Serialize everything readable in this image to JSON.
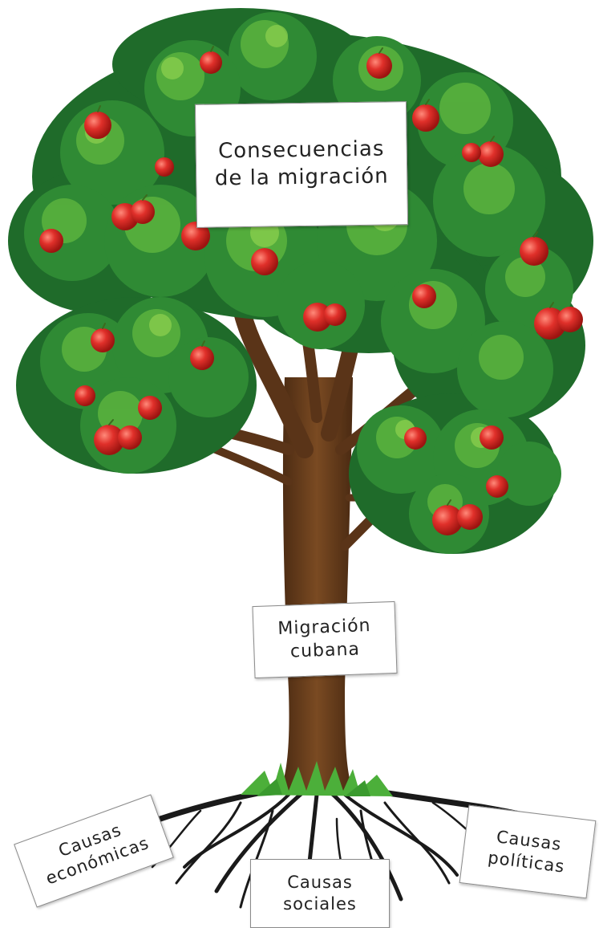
{
  "labels": {
    "top": {
      "line1": "Consecuencias",
      "line2": "de la migración"
    },
    "trunk": {
      "line1": "Migración",
      "line2": "cubana"
    },
    "root_left": {
      "line1": "Causas",
      "line2": "económicas"
    },
    "root_middle": {
      "line1": "Causas",
      "line2": "sociales"
    },
    "root_right": {
      "line1": "Causas",
      "line2": "políticas"
    }
  },
  "colors": {
    "leaf_dark": "#1f6b2a",
    "leaf_mid": "#2f8a34",
    "leaf_light": "#5bb33e",
    "apple": "#e0302a",
    "trunk": "#6b3f1d",
    "roots": "#1a1a1a",
    "grass": "#4caf3a"
  }
}
